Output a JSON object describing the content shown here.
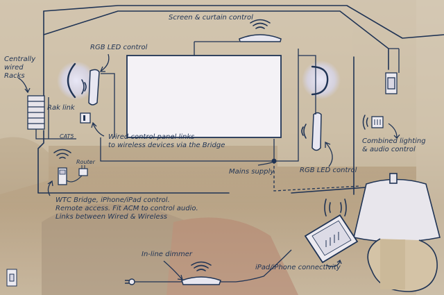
{
  "labels": {
    "screen_curtain": "Screen & curtain control",
    "rgb_led_top": "RGB LED control",
    "centrally_wired": "Centrally\nwired\nRacks",
    "rak_link": "Rak link",
    "cat5": "CAT5",
    "router": "Router",
    "wired_panel": "Wired control panel links\nto wireless devices via the Bridge",
    "mains_supply": "Mains supply",
    "rgb_led_right": "RGB LED control",
    "combined": "Combined lighting\n& audio control",
    "wtc_bridge": "WTC Bridge, iPhone/iPad control.\nRemote access. Fit ACM to control audio.\nLinks between Wired & Wireless",
    "inline_dimmer": "In-line dimmer",
    "ipad_conn": "iPad/iPhone connectivity"
  },
  "colors": {
    "ink": "#1f3354",
    "screen": "#f4f2f6",
    "glow": "#e3e2f2",
    "wall": "#c8b89c"
  },
  "icons": [
    "wireless-signal-icon",
    "led-lamp-icon",
    "control-panel-icon",
    "router-icon",
    "bridge-device-icon",
    "ipad-icon",
    "table-lamp-icon",
    "wall-light-icon",
    "plug-icon",
    "light-switch-icon"
  ]
}
